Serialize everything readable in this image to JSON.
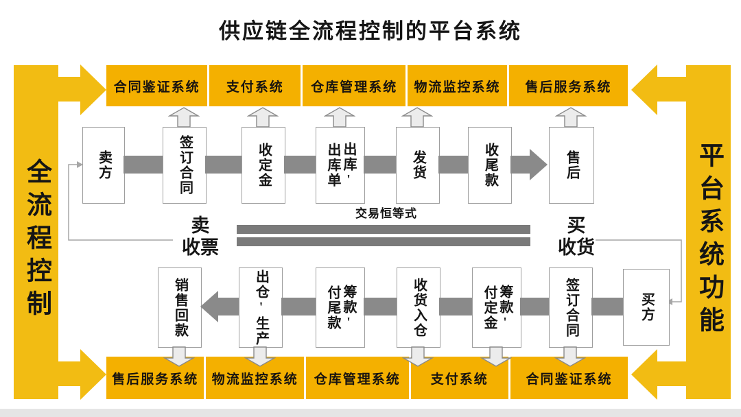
{
  "title": "供应链全流程控制的平台系统",
  "left_bar": {
    "label": "全流程控制"
  },
  "right_bar": {
    "label": "平台系统功能"
  },
  "top_systems": [
    "合同鉴证系统",
    "支付系统",
    "仓库管理系统",
    "物流监控系统",
    "售后服务系统"
  ],
  "bottom_systems": [
    "售后服务系统",
    "物流监控系统",
    "仓库管理系统",
    "支付系统",
    "合同鉴证系统"
  ],
  "seller_flow": [
    {
      "cols": [
        "卖方"
      ]
    },
    {
      "cols": [
        "签订合同"
      ]
    },
    {
      "cols": [
        "收定金"
      ]
    },
    {
      "cols": [
        "出库单",
        "出库'"
      ]
    },
    {
      "cols": [
        "发货"
      ]
    },
    {
      "cols": [
        "收尾款"
      ]
    },
    {
      "cols": [
        "售后"
      ]
    }
  ],
  "buyer_flow": [
    {
      "cols": [
        "销售回款"
      ]
    },
    {
      "cols": [
        "出仓'生产"
      ]
    },
    {
      "cols": [
        "付尾款",
        "筹款'"
      ]
    },
    {
      "cols": [
        "收货入仓"
      ]
    },
    {
      "cols": [
        "付定金",
        "筹款'"
      ]
    },
    {
      "cols": [
        "签订合同"
      ]
    },
    {
      "cols": [
        "买方"
      ]
    }
  ],
  "middle": {
    "label": "交易恒等式",
    "seller_note": [
      "卖",
      "收票"
    ],
    "buyer_note": [
      "买",
      "收货"
    ]
  },
  "colors": {
    "banner_yellow": "#F2BC13",
    "system_yellow": "#F4B000",
    "connector_gray": "#8A8A8A",
    "equals_gray": "#7A7A7A"
  }
}
